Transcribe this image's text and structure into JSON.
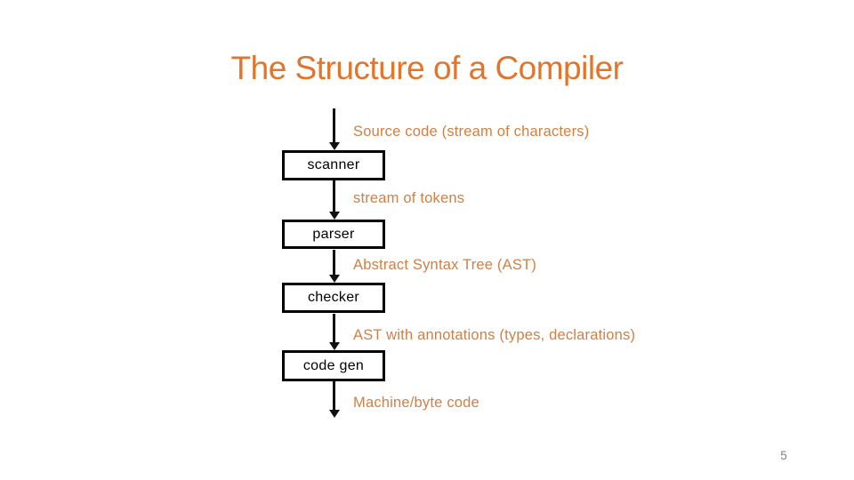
{
  "slide": {
    "title": "The Structure of a Compiler",
    "page_number": "5",
    "colors": {
      "background": "#FFFFFF",
      "title_text": "#E2752A",
      "flow_label_text": "#CE8045",
      "box_border": "#000000",
      "box_text": "#000000",
      "arrow": "#111111",
      "page_number_text": "#7F7F7F"
    }
  },
  "diagram": {
    "type": "vertical-flowchart",
    "stages": [
      "scanner",
      "parser",
      "checker",
      "code gen"
    ],
    "artifacts": [
      "Source code (stream of characters)",
      "stream of tokens",
      "Abstract Syntax Tree (AST)",
      "AST with annotations (types, declarations)",
      "Machine/byte code"
    ],
    "icons": [
      "down-arrow-icon",
      "down-arrow-icon",
      "down-arrow-icon",
      "down-arrow-icon",
      "down-arrow-icon"
    ]
  }
}
